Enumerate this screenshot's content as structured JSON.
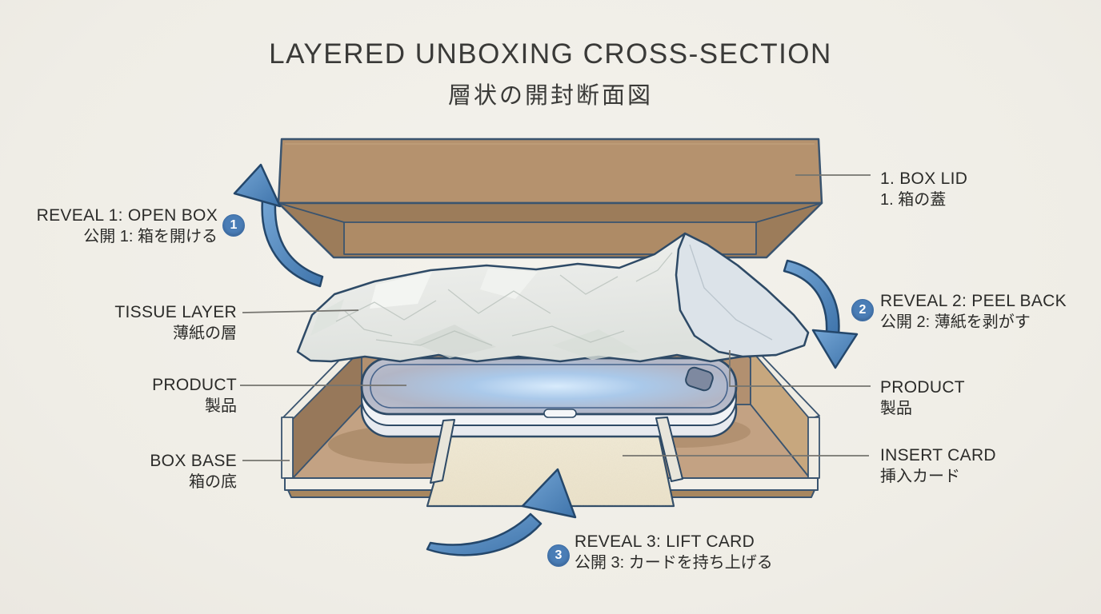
{
  "title": {
    "en": "LAYERED UNBOXING CROSS-SECTION",
    "jp": "層状の開封断面図"
  },
  "steps": [
    {
      "num": "1",
      "en": "REVEAL 1: OPEN BOX",
      "jp": "公開 1: 箱を開ける"
    },
    {
      "num": "2",
      "en": "REVEAL 2: PEEL BACK",
      "jp": "公開 2: 薄紙を剥がす"
    },
    {
      "num": "3",
      "en": "REVEAL 3: LIFT CARD",
      "jp": "公開 3: カードを持ち上げる"
    }
  ],
  "part_labels": {
    "box_lid": {
      "en": "1. BOX LID",
      "jp": "1. 箱の蓋"
    },
    "tissue_layer": {
      "en": "TISSUE LAYER",
      "jp": "薄紙の層"
    },
    "product_left": {
      "en": "PRODUCT",
      "jp": "製品"
    },
    "product_right": {
      "en": "PRODUCT",
      "jp": "製品"
    },
    "box_base": {
      "en": "BOX BASE",
      "jp": "箱の底"
    },
    "insert_card": {
      "en": "INSERT CARD",
      "jp": "挿入カード"
    }
  },
  "colors": {
    "accent_blue": "#4a7db6",
    "outline_navy": "#2e4a66",
    "cardboard": "#b5926e",
    "tissue_white": "#e7e9e6",
    "card_cream": "#f2ecd9",
    "background": "#f1efe9"
  }
}
